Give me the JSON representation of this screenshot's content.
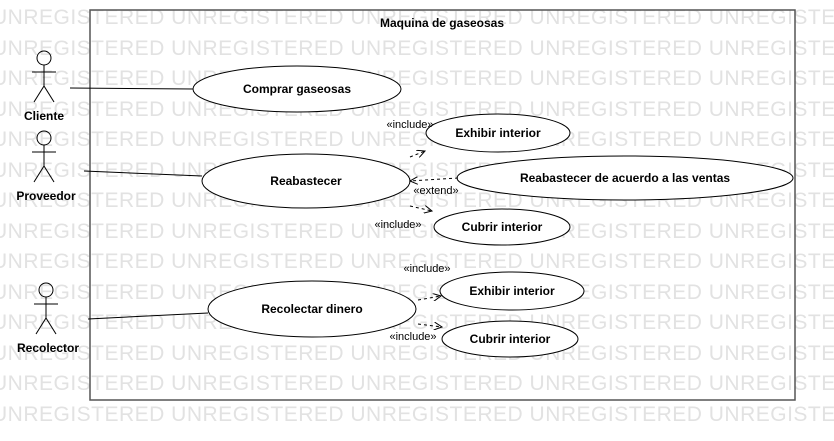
{
  "watermark": {
    "text": "UNREGISTERED UNREGISTERED UNREGISTERED UNREGISTERED UNREGISTERED"
  },
  "system": {
    "title": "Maquina de gaseosas"
  },
  "actors": {
    "cliente": "Cliente",
    "proveedor": "Proveedor",
    "recolector": "Recolector"
  },
  "use_cases": {
    "comprar": "Comprar gaseosas",
    "reabastecer": "Reabastecer",
    "exhibir_1": "Exhibir interior",
    "reabastecer_ventas": "Reabastecer de acuerdo a las ventas",
    "cubrir_1": "Cubrir interior",
    "recolectar": "Recolectar dinero",
    "exhibir_2": "Exhibir interior",
    "cubrir_2": "Cubrir interior"
  },
  "stereotypes": {
    "include_exhibir_1": "«include»",
    "extend": "«extend»",
    "include_cubrir_1": "«include»",
    "include_exhibir_2": "«include»",
    "include_cubrir_2": "«include»"
  },
  "colors": {
    "stroke": "#000000",
    "frame": "#555555",
    "watermark": "#e2e2e2",
    "background": "#ffffff"
  }
}
